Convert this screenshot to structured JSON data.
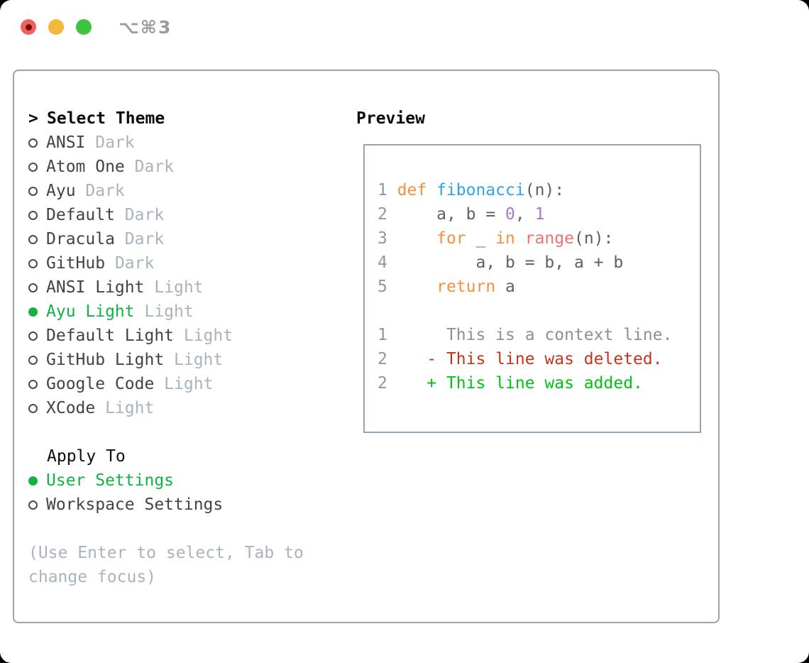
{
  "titlebar": {
    "title": "⌥⌘3"
  },
  "theme_picker": {
    "header": {
      "prefix": ">",
      "label": "Select Theme"
    },
    "items": [
      {
        "name": "ANSI",
        "tag": "Dark",
        "selected": false
      },
      {
        "name": "Atom One",
        "tag": "Dark",
        "selected": false
      },
      {
        "name": "Ayu",
        "tag": "Dark",
        "selected": false
      },
      {
        "name": "Default",
        "tag": "Dark",
        "selected": false
      },
      {
        "name": "Dracula",
        "tag": "Dark",
        "selected": false
      },
      {
        "name": "GitHub",
        "tag": "Dark",
        "selected": false
      },
      {
        "name": "ANSI Light",
        "tag": "Light",
        "selected": false
      },
      {
        "name": "Ayu Light",
        "tag": "Light",
        "selected": true
      },
      {
        "name": "Default Light",
        "tag": "Light",
        "selected": false
      },
      {
        "name": "GitHub Light",
        "tag": "Light",
        "selected": false
      },
      {
        "name": "Google Code",
        "tag": "Light",
        "selected": false
      },
      {
        "name": "XCode",
        "tag": "Light",
        "selected": false
      }
    ]
  },
  "apply_to": {
    "header": "Apply To",
    "options": [
      {
        "label": "User Settings",
        "selected": true
      },
      {
        "label": "Workspace Settings",
        "selected": false
      }
    ]
  },
  "hint": {
    "line1": "(Use Enter to select, Tab to",
    "line2": "change focus)"
  },
  "preview": {
    "header": "Preview",
    "lines": [
      [
        {
          "c": "n",
          "t": "1 "
        },
        {
          "c": "k",
          "t": "def "
        },
        {
          "c": "f",
          "t": "fibonacci"
        },
        {
          "c": "t",
          "t": "(n):"
        }
      ],
      [
        {
          "c": "n",
          "t": "2 "
        },
        {
          "c": "t",
          "t": "    a, b = "
        },
        {
          "c": "l",
          "t": "0"
        },
        {
          "c": "t",
          "t": ", "
        },
        {
          "c": "l",
          "t": "1"
        }
      ],
      [
        {
          "c": "n",
          "t": "3 "
        },
        {
          "c": "t",
          "t": "    "
        },
        {
          "c": "k",
          "t": "for"
        },
        {
          "c": "t",
          "t": " _ "
        },
        {
          "c": "k",
          "t": "in"
        },
        {
          "c": "t",
          "t": " "
        },
        {
          "c": "r",
          "t": "range"
        },
        {
          "c": "t",
          "t": "(n):"
        }
      ],
      [
        {
          "c": "n",
          "t": "4 "
        },
        {
          "c": "t",
          "t": "        a, b = b, a + b"
        }
      ],
      [
        {
          "c": "n",
          "t": "5 "
        },
        {
          "c": "t",
          "t": "    "
        },
        {
          "c": "k",
          "t": "return"
        },
        {
          "c": "t",
          "t": " a"
        }
      ],
      [],
      [
        {
          "c": "n",
          "t": "1 "
        },
        {
          "c": "c",
          "t": "     This is a context line."
        }
      ],
      [
        {
          "c": "n",
          "t": "2 "
        },
        {
          "c": "d",
          "t": "   - This line was deleted."
        }
      ],
      [
        {
          "c": "n",
          "t": "2 "
        },
        {
          "c": "a",
          "t": "   + This line was added."
        }
      ]
    ]
  },
  "colors": {
    "border": "#9aa3ae",
    "name": "#3f434a",
    "tag": "#a9b3be",
    "green": "#12b244",
    "header": "#0d0d0d",
    "num": "#8e98a2",
    "code": "#5c6166",
    "kw": "#fa8d3e",
    "fn": "#2ea4e8",
    "lit": "#a37acc",
    "call": "#f07171",
    "ctx": "#8a9199",
    "del": "#c53418",
    "add": "#00c213",
    "title": "#9b9b9b",
    "tlred": "#f0615e",
    "tlreddot": "#741008",
    "tlyellow": "#f5b83c",
    "tlgreen": "#3dc43d"
  }
}
